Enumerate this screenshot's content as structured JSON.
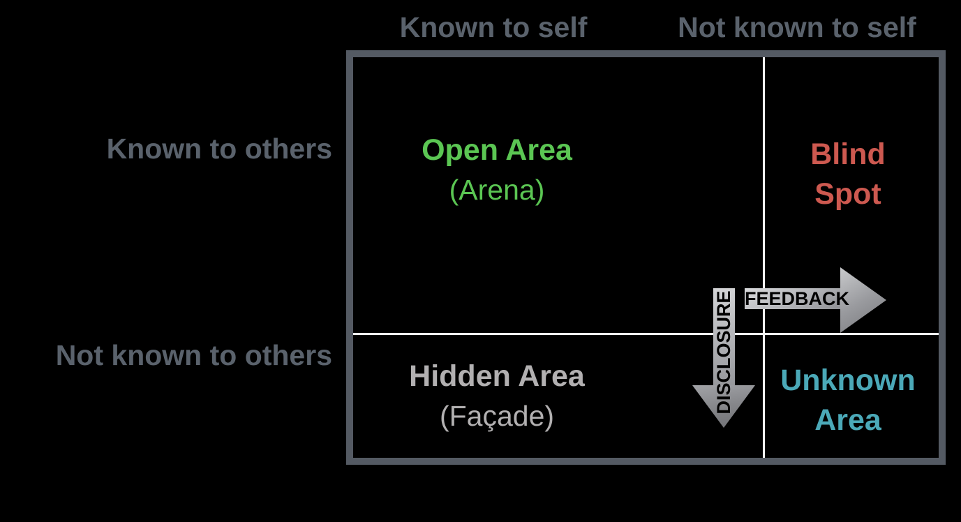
{
  "colors": {
    "background": "#000000",
    "box_border": "#545a63",
    "axis_label_gray": "#5a626c",
    "divider_white": "#f5f5f5",
    "open_area_green": "#5bc653",
    "blind_spot_red": "#cd5950",
    "hidden_area_gray": "#b2b0b1",
    "unknown_area_teal": "#4ba9b8",
    "arrow_fill_light": "#d9dadc",
    "arrow_fill_dark": "#6f7074",
    "arrow_label_black": "#000000"
  },
  "axis_labels": {
    "top_left": "Known to self",
    "top_right": "Not known to self",
    "left_top": "Known to others",
    "left_bottom": "Not known to others"
  },
  "quadrants": {
    "open": {
      "title": "Open Area",
      "subtitle": "(Arena)"
    },
    "blind": {
      "title": "Blind",
      "title_line2": "Spot"
    },
    "hidden": {
      "title": "Hidden Area",
      "subtitle": "(Façade)"
    },
    "unknown": {
      "title": "Unknown",
      "title_line2": "Area"
    }
  },
  "arrows": {
    "feedback": {
      "label": "FEEDBACK",
      "direction": "right"
    },
    "disclosure": {
      "label": "DISCLOSURE",
      "direction": "down"
    }
  }
}
